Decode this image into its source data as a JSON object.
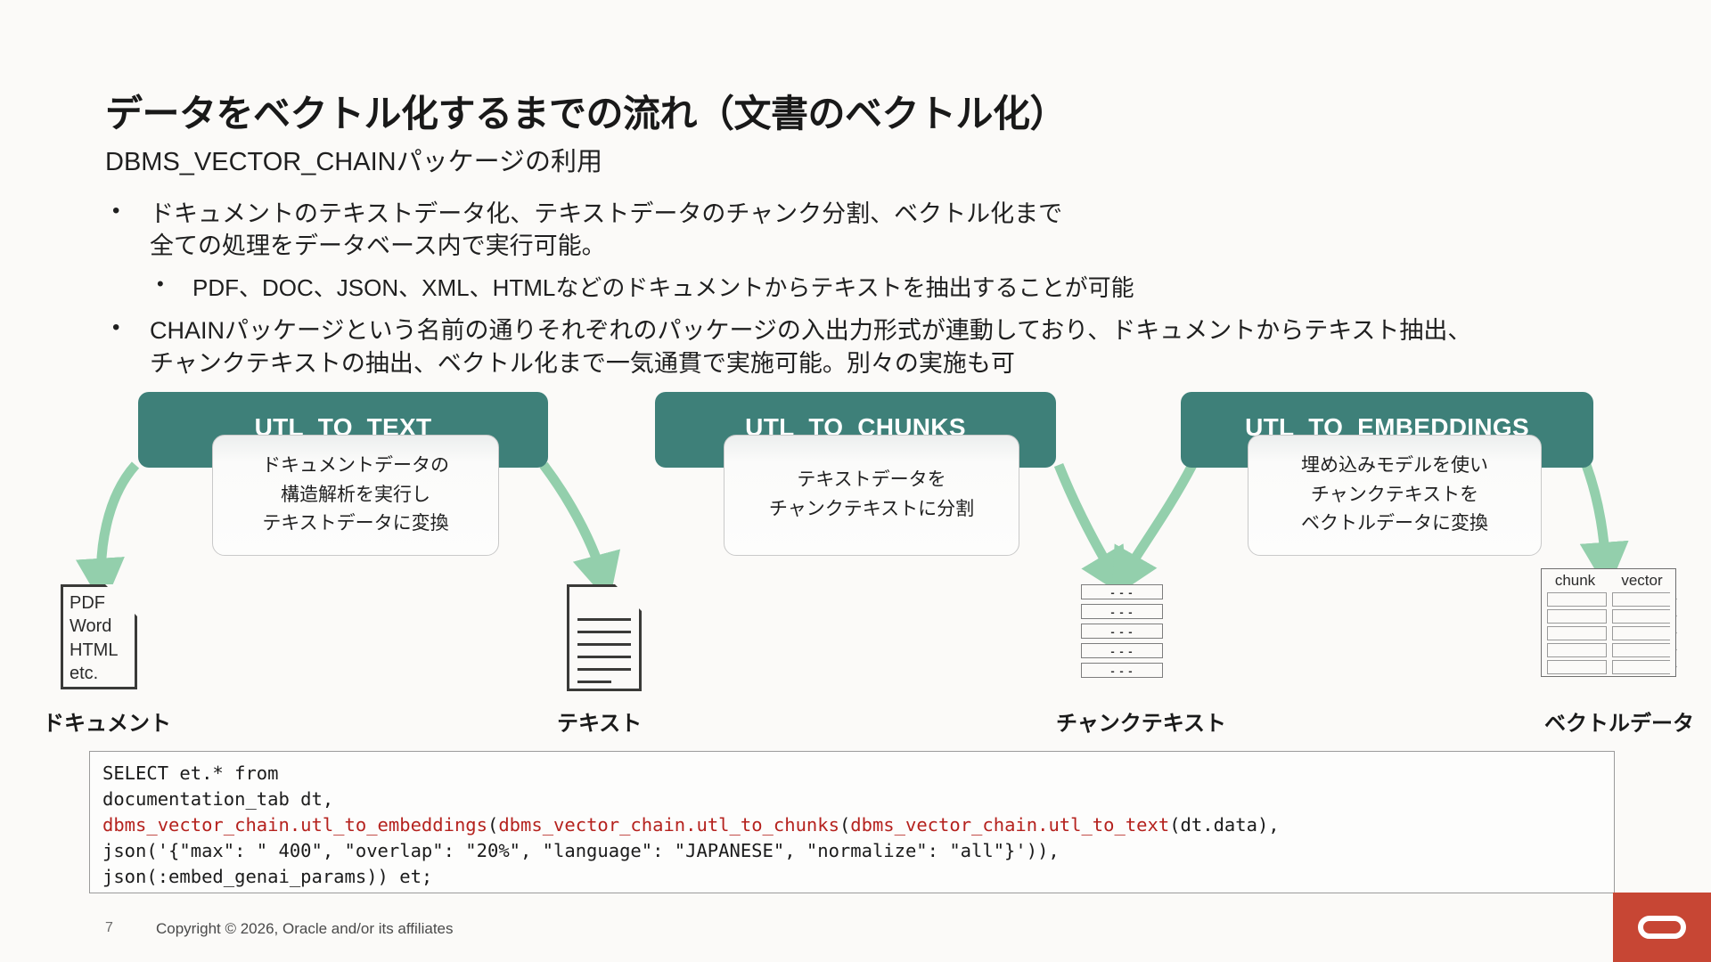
{
  "slide": {
    "title": "データをベクトル化するまでの流れ（文書のベクトル化）",
    "subtitle": "DBMS_VECTOR_CHAINパッケージの利用",
    "bullets": [
      {
        "level": 1,
        "marker": "•",
        "lines": [
          "ドキュメントのテキストデータ化、テキストデータのチャンク分割、ベクトル化まで",
          "全ての処理をデータベース内で実行可能。"
        ]
      },
      {
        "level": 2,
        "marker": "•",
        "lines": [
          "PDF、DOC、JSON、XML、HTMLなどのドキュメントからテキストを抽出することが可能"
        ]
      },
      {
        "level": 1,
        "marker": "•",
        "lines": [
          "CHAINパッケージという名前の通りそれぞれのパッケージの入出力形式が連動しており、ドキュメントからテキスト抽出、",
          "チャンクテキストの抽出、ベクトル化まで一気通貫で実施可能。別々の実施も可"
        ]
      }
    ]
  },
  "diagram": {
    "accent_color": "#3E8079",
    "arrow_color": "#93CFAC",
    "stages": [
      {
        "id": "utl-to-text",
        "header": "UTL_TO_TEXT",
        "description": [
          "ドキュメントデータの",
          "構造解析を実行し",
          "テキストデータに変換"
        ]
      },
      {
        "id": "utl-to-chunks",
        "header": "UTL_TO_CHUNKS",
        "description": [
          "テキストデータを",
          "チャンクテキストに分割"
        ]
      },
      {
        "id": "utl-to-embeddings",
        "header": "UTL_TO_EMBEDDINGS",
        "description": [
          "埋め込みモデルを使い",
          "チャンクテキストを",
          "ベクトルデータに変換"
        ]
      }
    ],
    "artifacts": [
      {
        "id": "document",
        "caption": "ドキュメント",
        "icon": "document-icon",
        "icon_lines": [
          "PDF",
          "Word",
          "HTML",
          "etc."
        ]
      },
      {
        "id": "text",
        "caption": "テキスト",
        "icon": "text-document-icon",
        "line_count": 6
      },
      {
        "id": "chunk-text",
        "caption": "チャンクテキスト",
        "icon": "chunk-stack-icon",
        "chunk_count": 5,
        "chunk_dash": "- - -"
      },
      {
        "id": "vector-data",
        "caption": "ベクトルデータ",
        "icon": "vector-table-icon",
        "columns": [
          "chunk",
          "vector"
        ],
        "row_count": 5
      }
    ]
  },
  "code": {
    "lines": [
      [
        {
          "t": "SELECT et.* from",
          "c": "plain"
        }
      ],
      [
        {
          "t": "documentation_tab dt,",
          "c": "plain"
        }
      ],
      [
        {
          "t": "dbms_vector_chain.utl_to_embeddings",
          "c": "red"
        },
        {
          "t": "(",
          "c": "plain"
        },
        {
          "t": "dbms_vector_chain.utl_to_chunks",
          "c": "red"
        },
        {
          "t": "(",
          "c": "plain"
        },
        {
          "t": "dbms_vector_chain.utl_to_text",
          "c": "red"
        },
        {
          "t": "(dt.data),",
          "c": "plain"
        }
      ],
      [
        {
          "t": "json('{\"max\": \" 400\", \"overlap\": \"20%\", \"language\": \"JAPANESE\", \"normalize\": \"all\"}')),",
          "c": "plain"
        }
      ],
      [
        {
          "t": "json(:embed_genai_params)) et;",
          "c": "plain"
        }
      ]
    ]
  },
  "footer": {
    "page_number": "7",
    "copyright": "Copyright © 2026, Oracle and/or its affiliates",
    "logo": "oracle-logo"
  }
}
